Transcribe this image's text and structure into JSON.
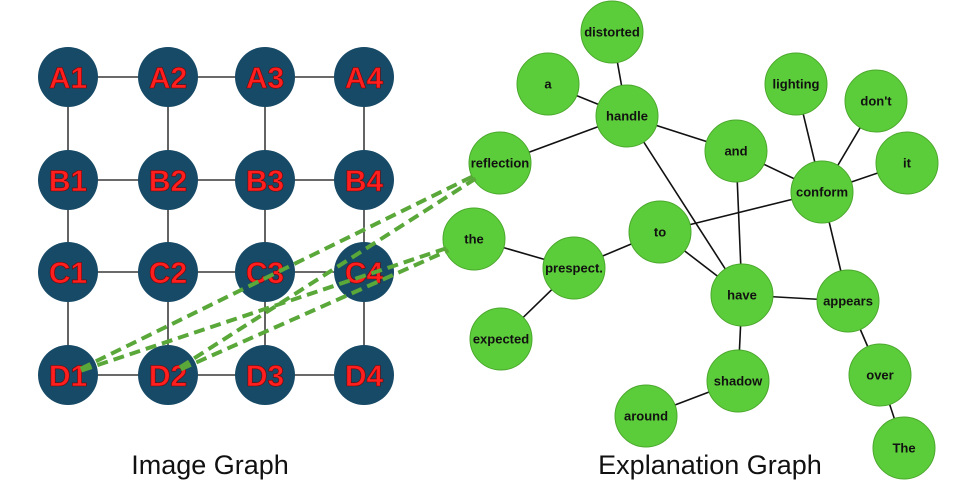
{
  "colors": {
    "grid_node_fill": "#174a66",
    "grid_node_text": "#ff1f1f",
    "word_node_fill": "#5ccd3a",
    "word_node_stroke": "#4aa82c",
    "edge": "#111111",
    "cross_edge": "#5aa839"
  },
  "image_graph": {
    "caption": "Image Graph",
    "nodes": [
      {
        "id": "A1",
        "label": "A1"
      },
      {
        "id": "A2",
        "label": "A2"
      },
      {
        "id": "A3",
        "label": "A3"
      },
      {
        "id": "A4",
        "label": "A4"
      },
      {
        "id": "B1",
        "label": "B1"
      },
      {
        "id": "B2",
        "label": "B2"
      },
      {
        "id": "B3",
        "label": "B3"
      },
      {
        "id": "B4",
        "label": "B4"
      },
      {
        "id": "C1",
        "label": "C1"
      },
      {
        "id": "C2",
        "label": "C2"
      },
      {
        "id": "C3",
        "label": "C3"
      },
      {
        "id": "C4",
        "label": "C4"
      },
      {
        "id": "D1",
        "label": "D1"
      },
      {
        "id": "D2",
        "label": "D2"
      },
      {
        "id": "D3",
        "label": "D3"
      },
      {
        "id": "D4",
        "label": "D4"
      }
    ],
    "edges": [
      [
        "A1",
        "A2"
      ],
      [
        "A2",
        "A3"
      ],
      [
        "A3",
        "A4"
      ],
      [
        "B1",
        "B2"
      ],
      [
        "B2",
        "B3"
      ],
      [
        "B3",
        "B4"
      ],
      [
        "C1",
        "C2"
      ],
      [
        "C2",
        "C3"
      ],
      [
        "C3",
        "C4"
      ],
      [
        "D1",
        "D2"
      ],
      [
        "D2",
        "D3"
      ],
      [
        "D3",
        "D4"
      ],
      [
        "A1",
        "B1"
      ],
      [
        "B1",
        "C1"
      ],
      [
        "C1",
        "D1"
      ],
      [
        "A2",
        "B2"
      ],
      [
        "B2",
        "C2"
      ],
      [
        "C2",
        "D2"
      ],
      [
        "A3",
        "B3"
      ],
      [
        "B3",
        "C3"
      ],
      [
        "C3",
        "D3"
      ],
      [
        "A4",
        "B4"
      ],
      [
        "B4",
        "C4"
      ],
      [
        "C4",
        "D4"
      ]
    ]
  },
  "explanation_graph": {
    "caption": "Explanation Graph",
    "nodes": [
      {
        "id": "distorted",
        "label": "distorted"
      },
      {
        "id": "a",
        "label": "a"
      },
      {
        "id": "handle",
        "label": "handle"
      },
      {
        "id": "lighting",
        "label": "lighting"
      },
      {
        "id": "dont",
        "label": "don't"
      },
      {
        "id": "reflection",
        "label": "reflection"
      },
      {
        "id": "and",
        "label": "and"
      },
      {
        "id": "it",
        "label": "it"
      },
      {
        "id": "conform",
        "label": "conform"
      },
      {
        "id": "the",
        "label": "the"
      },
      {
        "id": "to",
        "label": "to"
      },
      {
        "id": "prespect",
        "label": "prespect."
      },
      {
        "id": "have",
        "label": "have"
      },
      {
        "id": "appears",
        "label": "appears"
      },
      {
        "id": "expected",
        "label": "expected"
      },
      {
        "id": "shadow",
        "label": "shadow"
      },
      {
        "id": "over",
        "label": "over"
      },
      {
        "id": "around",
        "label": "around"
      },
      {
        "id": "The",
        "label": "The"
      }
    ],
    "edges": [
      [
        "distorted",
        "handle"
      ],
      [
        "a",
        "handle"
      ],
      [
        "handle",
        "reflection"
      ],
      [
        "handle",
        "and"
      ],
      [
        "handle",
        "have"
      ],
      [
        "and",
        "conform"
      ],
      [
        "and",
        "have"
      ],
      [
        "lighting",
        "conform"
      ],
      [
        "dont",
        "conform"
      ],
      [
        "it",
        "conform"
      ],
      [
        "conform",
        "to"
      ],
      [
        "conform",
        "appears"
      ],
      [
        "the",
        "prespect"
      ],
      [
        "prespect",
        "to"
      ],
      [
        "prespect",
        "expected"
      ],
      [
        "to",
        "have"
      ],
      [
        "have",
        "appears"
      ],
      [
        "have",
        "shadow"
      ],
      [
        "shadow",
        "around"
      ],
      [
        "appears",
        "over"
      ],
      [
        "over",
        "The"
      ]
    ]
  },
  "cross_edges": [
    [
      "D1",
      "reflection"
    ],
    [
      "D1",
      "the"
    ],
    [
      "D2",
      "reflection"
    ],
    [
      "D2",
      "the"
    ]
  ]
}
